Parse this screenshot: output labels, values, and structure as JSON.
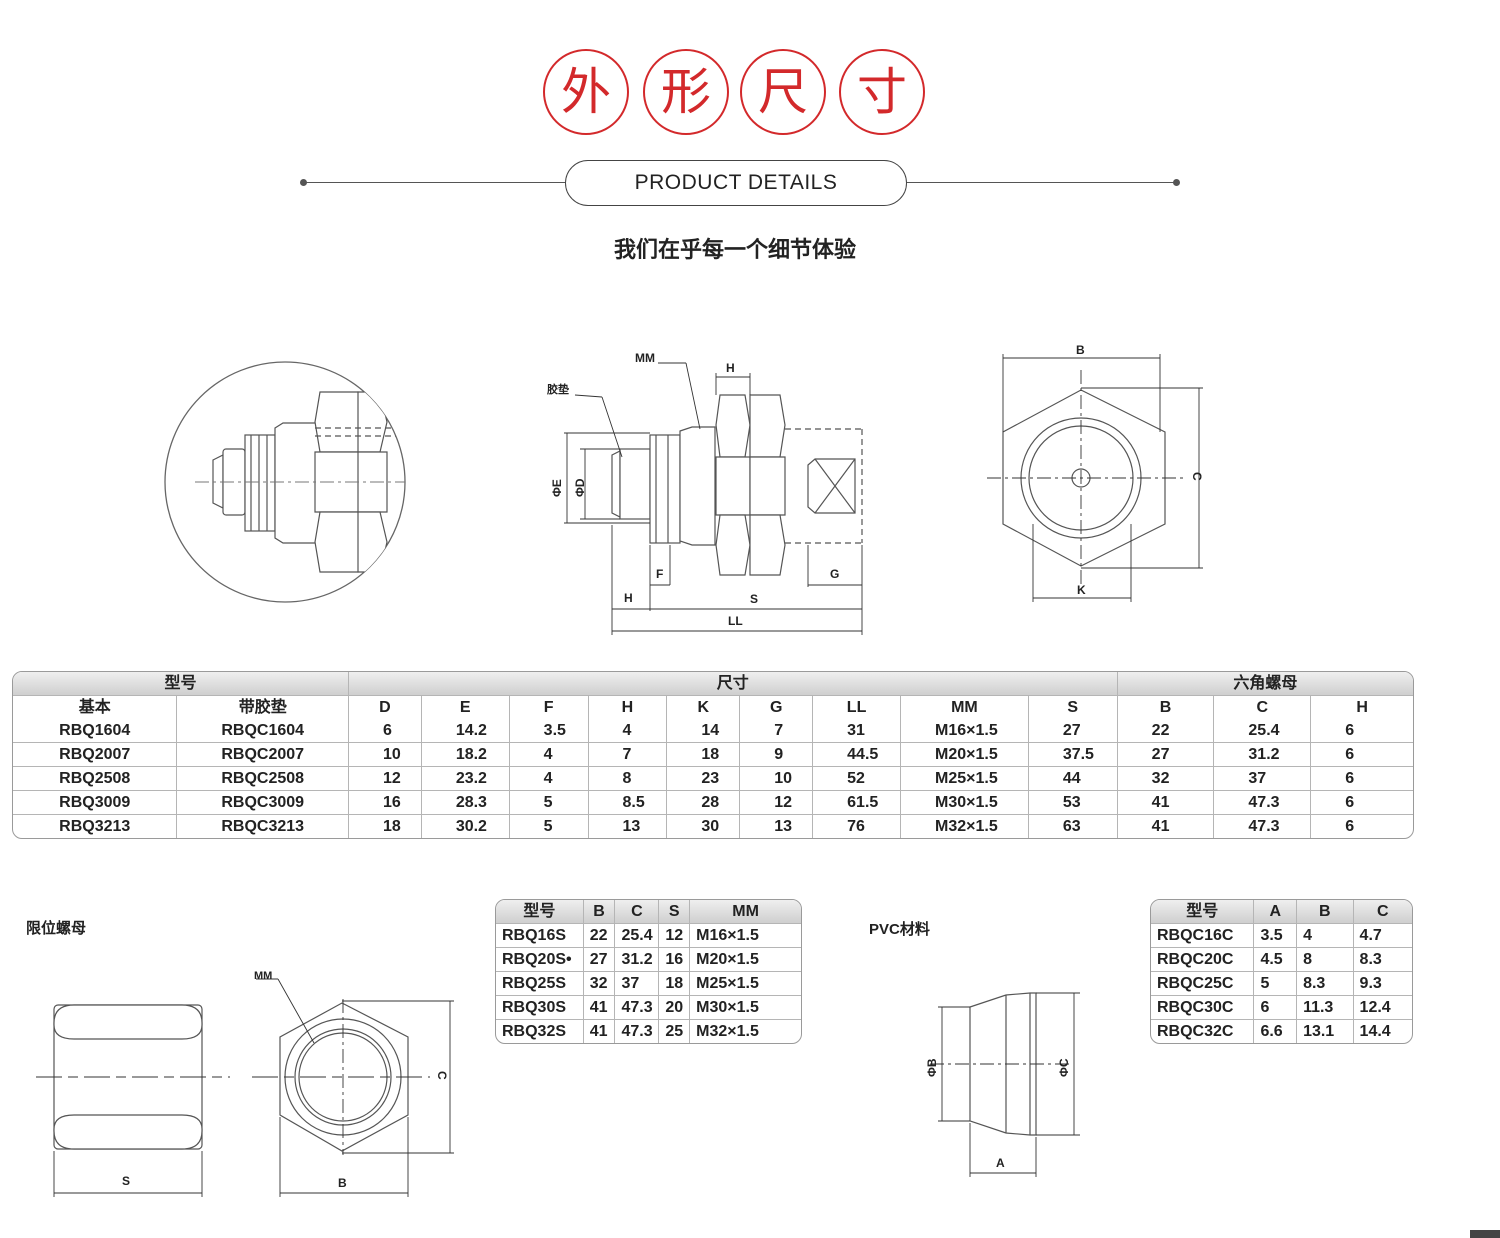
{
  "header": {
    "title_chars": [
      "外",
      "形",
      "尺",
      "寸"
    ],
    "pill_text": "PRODUCT DETAILS",
    "subtitle": "我们在乎每一个细节体验"
  },
  "drawing_labels": {
    "mm": "MM",
    "gasket": "胶垫",
    "h": "H",
    "phi_e": "ΦE",
    "phi_d": "ΦD",
    "f": "F",
    "g": "G",
    "s": "S",
    "ll": "LL",
    "b": "B",
    "c": "C",
    "k": "K",
    "nut_s": "S",
    "nut_b": "B",
    "nut_c": "C",
    "nut_mm": "MM",
    "pvc_phi_b": "ΦB",
    "pvc_phi_c": "ΦC",
    "pvc_a": "A"
  },
  "main_table": {
    "group_headers": [
      "型号",
      "尺寸",
      "六角螺母"
    ],
    "columns": [
      "基本",
      "带胶垫",
      "D",
      "E",
      "F",
      "H",
      "K",
      "G",
      "LL",
      "MM",
      "S",
      "B",
      "C",
      "H"
    ],
    "rows": [
      [
        "RBQ1604",
        "RBQC1604",
        "6",
        "14.2",
        "3.5",
        "4",
        "14",
        "7",
        "31",
        "M16×1.5",
        "27",
        "22",
        "25.4",
        "6"
      ],
      [
        "RBQ2007",
        "RBQC2007",
        "10",
        "18.2",
        "4",
        "7",
        "18",
        "9",
        "44.5",
        "M20×1.5",
        "37.5",
        "27",
        "31.2",
        "6"
      ],
      [
        "RBQ2508",
        "RBQC2508",
        "12",
        "23.2",
        "4",
        "8",
        "23",
        "10",
        "52",
        "M25×1.5",
        "44",
        "32",
        "37",
        "6"
      ],
      [
        "RBQ3009",
        "RBQC3009",
        "16",
        "28.3",
        "5",
        "8.5",
        "28",
        "12",
        "61.5",
        "M30×1.5",
        "53",
        "41",
        "47.3",
        "6"
      ],
      [
        "RBQ3213",
        "RBQC3213",
        "18",
        "30.2",
        "5",
        "13",
        "30",
        "13",
        "76",
        "M32×1.5",
        "63",
        "41",
        "47.3",
        "6"
      ]
    ]
  },
  "limit_nut": {
    "label": "限位螺母",
    "columns": [
      "型号",
      "B",
      "C",
      "S",
      "MM"
    ],
    "rows": [
      [
        "RBQ16S",
        "22",
        "25.4",
        "12",
        "M16×1.5"
      ],
      [
        "RBQ20S•",
        "27",
        "31.2",
        "16",
        "M20×1.5"
      ],
      [
        "RBQ25S",
        "32",
        "37",
        "18",
        "M25×1.5"
      ],
      [
        "RBQ30S",
        "41",
        "47.3",
        "20",
        "M30×1.5"
      ],
      [
        "RBQ32S",
        "41",
        "47.3",
        "25",
        "M32×1.5"
      ]
    ]
  },
  "pvc": {
    "label": "PVC材料",
    "columns": [
      "型号",
      "A",
      "B",
      "C"
    ],
    "rows": [
      [
        "RBQC16C",
        "3.5",
        "4",
        "4.7"
      ],
      [
        "RBQC20C",
        "4.5",
        "8",
        "8.3"
      ],
      [
        "RBQC25C",
        "5",
        "8.3",
        "9.3"
      ],
      [
        "RBQC30C",
        "6",
        "11.3",
        "12.4"
      ],
      [
        "RBQC32C",
        "6.6",
        "13.1",
        "14.4"
      ]
    ]
  }
}
